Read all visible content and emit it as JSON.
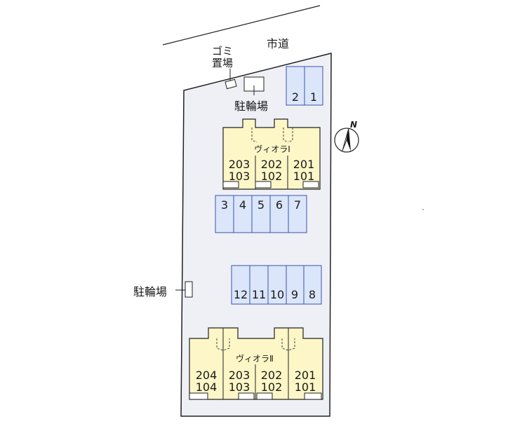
{
  "road_label": "市道",
  "garbage_label_line1": "ゴミ",
  "garbage_label_line2": "置場",
  "bike_parking_top_label": "駐輪場",
  "bike_parking_side_label": "駐輪場",
  "north_label": "N",
  "colors": {
    "lot": "#eef0f6",
    "building": "#fdf6c6",
    "parking": "#dbe6fb",
    "parking_border": "#3c52a8",
    "outline": "#222222"
  },
  "building_1": {
    "name": "ヴィオラⅠ",
    "units": [
      {
        "upper": "203",
        "lower": "103"
      },
      {
        "upper": "202",
        "lower": "102"
      },
      {
        "upper": "201",
        "lower": "101"
      }
    ]
  },
  "building_2": {
    "name": "ヴィオラⅡ",
    "units": [
      {
        "upper": "204",
        "lower": "104"
      },
      {
        "upper": "203",
        "lower": "103"
      },
      {
        "upper": "202",
        "lower": "102"
      },
      {
        "upper": "201",
        "lower": "101"
      }
    ]
  },
  "parking_top": [
    "2",
    "1"
  ],
  "parking_middle": [
    "3",
    "4",
    "5",
    "6",
    "7"
  ],
  "parking_lower": [
    "12",
    "11",
    "10",
    "9",
    "8"
  ]
}
